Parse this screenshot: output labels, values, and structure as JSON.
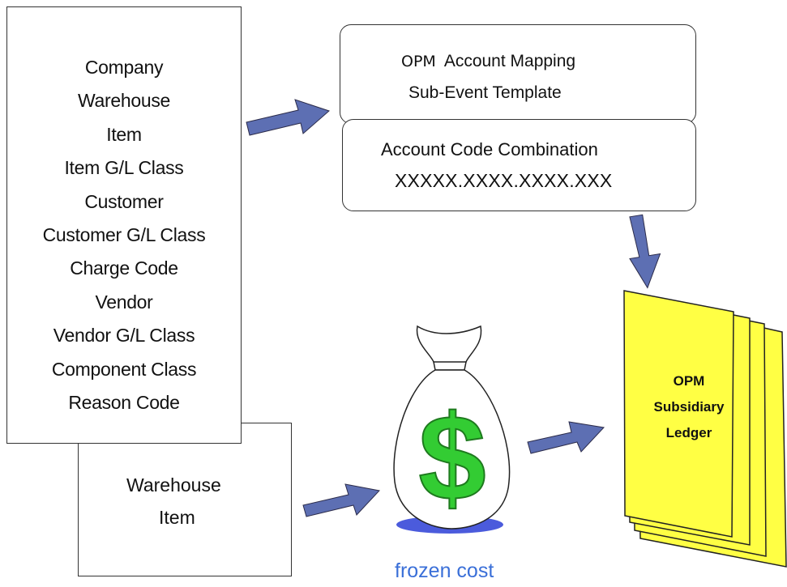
{
  "left_list": {
    "items": [
      "Company",
      "Warehouse",
      "Item",
      "Item G/L Class",
      "Customer",
      "Customer G/L Class",
      "Charge Code",
      "Vendor",
      "Vendor G/L Class",
      "Component Class",
      "Reason Code"
    ]
  },
  "bottom_list": {
    "items": [
      "Warehouse",
      "Item"
    ]
  },
  "mapping_box": {
    "opm": "OPM",
    "title": "Account Mapping",
    "subtitle": "Sub-Event Template"
  },
  "combo_box": {
    "title": "Account Code Combination",
    "pattern": "XXXXX.XXXX.XXXX.XXX"
  },
  "ledger": {
    "line1": "OPM",
    "line2": "Subsidiary",
    "line3": "Ledger"
  },
  "bag": {
    "symbol": "$"
  },
  "caption": "frozen cost",
  "colors": {
    "arrow": "#5d6fb3",
    "ledger_fill": "#ffff44",
    "dollar_green": "#33cc33",
    "caption_blue": "#3a6fd8",
    "puddle_blue": "#4b5bdc"
  }
}
